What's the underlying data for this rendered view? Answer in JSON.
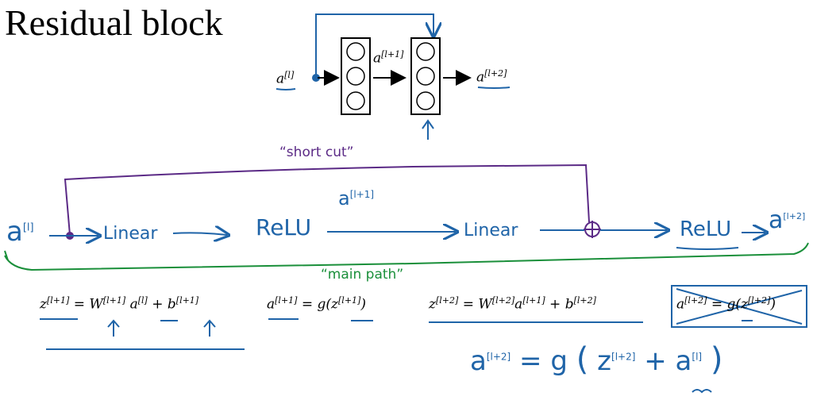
{
  "title": "Residual block",
  "network": {
    "input": "a",
    "input_sup": "[l]",
    "mid": "a",
    "mid_sup": "[l+1]",
    "output": "a",
    "output_sup": "[l+2]"
  },
  "chain": {
    "shortcut_label": "“short cut”",
    "main_path_label": "“main path”",
    "a_l": "a",
    "a_l_sup": "[l]",
    "linear1": "Linear",
    "relu1": "ReLU",
    "a_l1": "a",
    "a_l1_sup": "[l+1]",
    "linear2": "Linear",
    "relu2": "ReLU",
    "a_l2": "a",
    "a_l2_sup": "[l+2]"
  },
  "equations": {
    "eq1": {
      "z": "z",
      "z_sup": "[l+1]",
      "eq": "=",
      "w": "W",
      "w_sup": "[l+1]",
      "a": "a",
      "a_sup": "[l]",
      "plus": "+",
      "b": "b",
      "b_sup": "[l+1]"
    },
    "eq2": {
      "a": "a",
      "a_sup": "[l+1]",
      "eq": "= g(",
      "z": "z",
      "z_sup": "[l+1]",
      "close": ")"
    },
    "eq3": {
      "z": "z",
      "z_sup": "[l+2]",
      "eq": "=",
      "w": "W",
      "w_sup": "[l+2]",
      "a": "a",
      "a_sup": "[l+1]",
      "plus": "+",
      "b": "b",
      "b_sup": "[l+2]"
    },
    "eq4": {
      "a": "a",
      "a_sup": "[l+2]",
      "eq": "= g(",
      "z": "z",
      "z_sup": "[l+2]",
      "close": ")"
    },
    "handwritten": {
      "a": "a",
      "a_sup": "[l+2]",
      "eq": "= g",
      "open": "(",
      "z": "z",
      "z_sup": "[l+2]",
      "plus": "+",
      "a2": "a",
      "a2_sup": "[l]",
      "close": ")"
    }
  }
}
